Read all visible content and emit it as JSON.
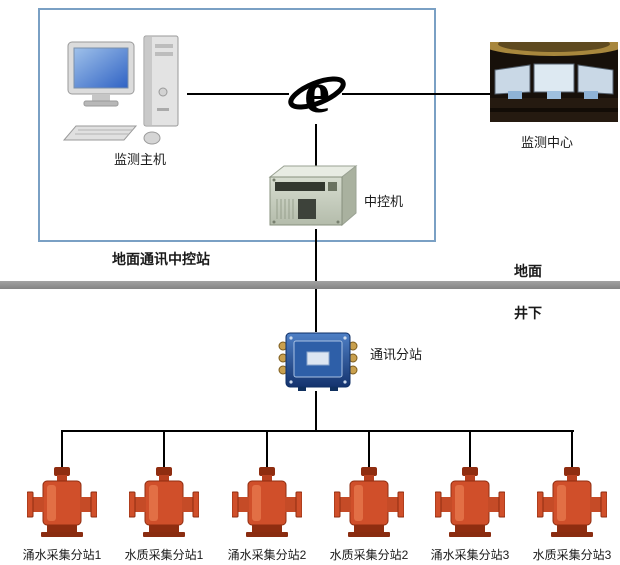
{
  "colors": {
    "box_border": "#7aa0c4",
    "divider": "#848484",
    "line": "#000000",
    "device_orange": "#d04f2a",
    "device_orange_dark": "#8f2d10",
    "junction_blue": "#2e5fa8",
    "junction_blue_dark": "#14336e",
    "screen_blue": "#2f62c4"
  },
  "diagram": {
    "surface_station": {
      "label": "地面通讯中控站"
    },
    "host": {
      "label": "监测主机"
    },
    "internet": {
      "icon_letter": "e"
    },
    "center": {
      "label": "监测中心"
    },
    "controller": {
      "label": "中控机"
    },
    "zones": {
      "surface": "地面",
      "underground": "井下"
    },
    "substation": {
      "label": "通讯分站"
    },
    "devices": [
      {
        "label": "涌水采集分站1"
      },
      {
        "label": "水质采集分站1"
      },
      {
        "label": "涌水采集分站2"
      },
      {
        "label": "水质采集分站2"
      },
      {
        "label": "涌水采集分站3"
      },
      {
        "label": "水质采集分站3"
      }
    ]
  }
}
